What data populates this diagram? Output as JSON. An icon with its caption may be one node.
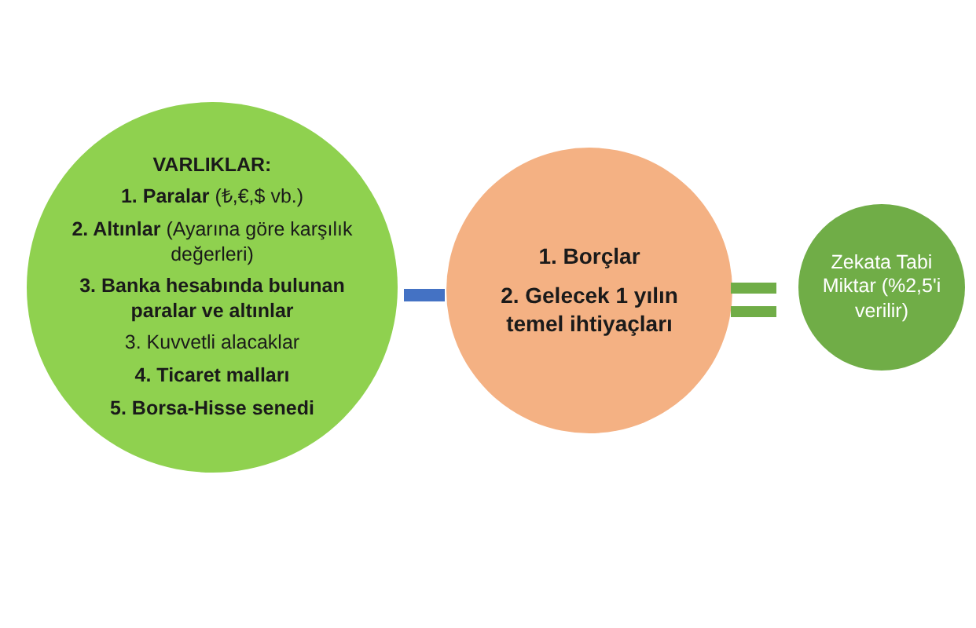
{
  "diagram": {
    "nodes": [
      {
        "text": [
          "**VARLIKLAR:**",
          "**1. Paralar** (₺,€,$ vb.)",
          "**2. Altınlar** (Ayarına göre karşılık değerleri)",
          "**3. Banka hesabında bulunan paralar ve altınlar**",
          "3. Kuvvetli alacaklar",
          "**4. Ticaret malları**",
          "**5. Borsa-Hisse senedi**"
        ]
      },
      {
        "text": [
          "1. Borçlar",
          "2. Gelecek 1 yılın temel ihtiyaçları"
        ]
      },
      {
        "text": [
          "Zekata Tabi Miktar (%2,5'i verilir)"
        ]
      }
    ]
  }
}
